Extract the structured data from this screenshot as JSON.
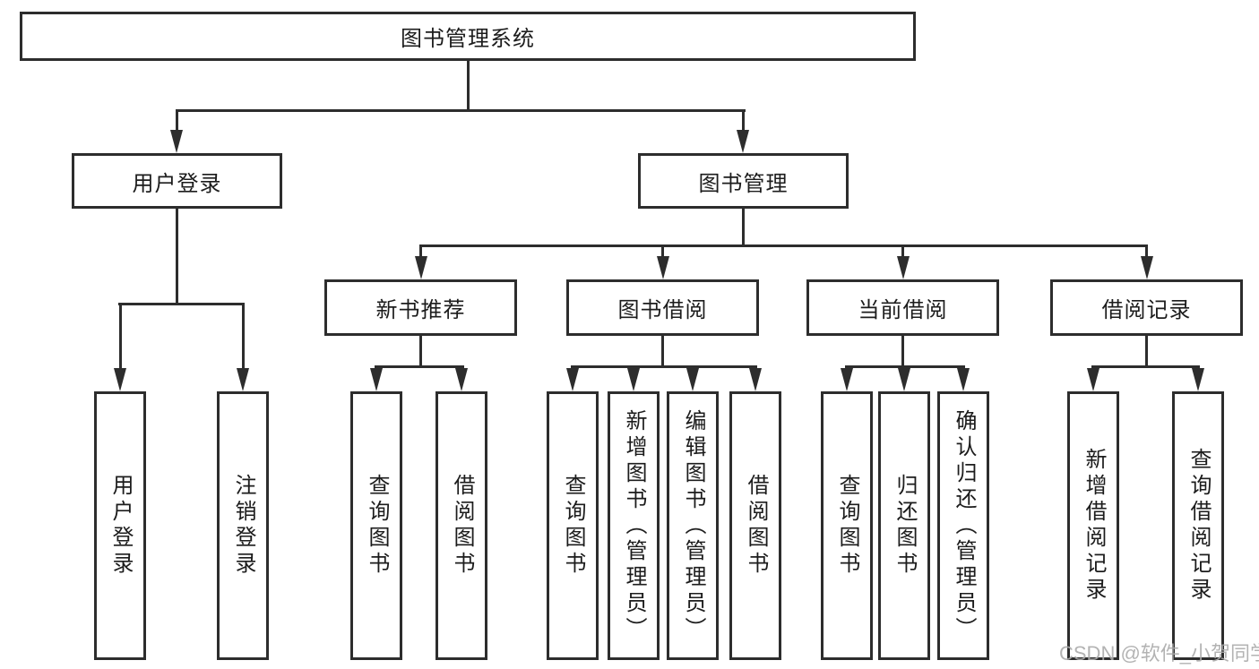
{
  "diagram": {
    "type": "tree",
    "root": {
      "label": "图书管理系统"
    },
    "branches": [
      {
        "label": "用户登录",
        "children": [
          {
            "label": "用户登录"
          },
          {
            "label": "注销登录"
          }
        ]
      },
      {
        "label": "图书管理",
        "children": [
          {
            "label": "新书推荐",
            "children": [
              {
                "label": "查询图书"
              },
              {
                "label": "借阅图书"
              }
            ]
          },
          {
            "label": "图书借阅",
            "children": [
              {
                "label": "查询图书"
              },
              {
                "label": "新增图书（管理员）"
              },
              {
                "label": "编辑图书（管理员）"
              },
              {
                "label": "借阅图书"
              }
            ]
          },
          {
            "label": "当前借阅",
            "children": [
              {
                "label": "查询图书"
              },
              {
                "label": "归还图书"
              },
              {
                "label": "确认归还（管理员）"
              }
            ]
          },
          {
            "label": "借阅记录",
            "children": [
              {
                "label": "新增借阅记录"
              },
              {
                "label": "查询借阅记录"
              }
            ]
          }
        ]
      }
    ],
    "watermark": "CSDN @软件_小贺同学",
    "colors": {
      "line": "#2d2d2d",
      "text": "#1c1c1c",
      "background": "#ffffff",
      "watermark": "#ababab"
    }
  }
}
